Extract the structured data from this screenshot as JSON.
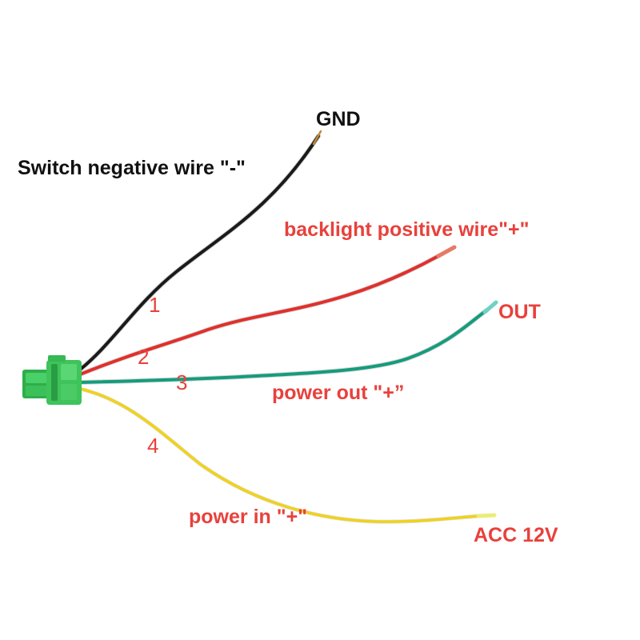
{
  "labels": {
    "gnd": "GND",
    "switch_negative": "Switch negative wire \"-\"",
    "backlight_positive": "backlight positive wire\"+\"",
    "out": "OUT",
    "power_out": "power out \"+”",
    "power_in": "power in \"+\"",
    "acc": "ACC 12V"
  },
  "pin_numbers": [
    "1",
    "2",
    "3",
    "4"
  ],
  "colors": {
    "label_red": "#e8413c",
    "label_black": "#111111",
    "wire_black": "#1a1a1a",
    "wire_red": "#e0302c",
    "wire_green": "#149c7c",
    "wire_yellow": "#f0d21c",
    "connector_green": "#3ec45a"
  }
}
